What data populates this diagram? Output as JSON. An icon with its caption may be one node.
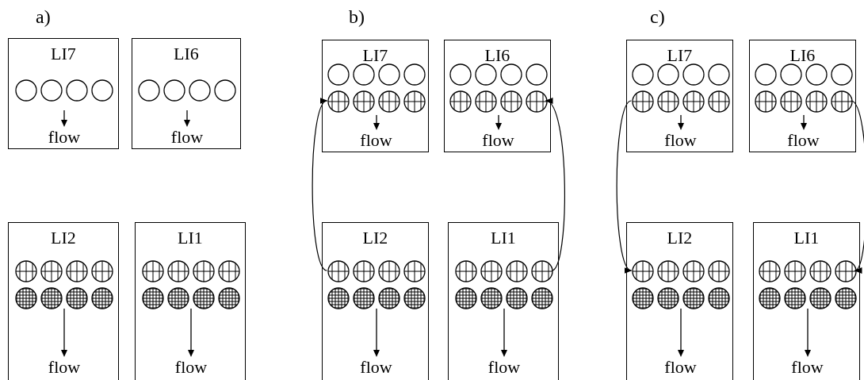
{
  "diagram": {
    "nodes": [
      {
        "text": [
          "LI7",
          "flow"
        ]
      },
      {
        "text": [],
        "shape": "circle",
        "in": 0
      },
      {
        "text": [],
        "shape": "circle",
        "in": 0
      },
      {
        "text": [],
        "shape": "circle",
        "in": 0
      },
      {
        "text": [],
        "shape": "circle",
        "in": 0
      },
      {
        "text": [
          "LI6",
          "flow"
        ]
      },
      {
        "text": [],
        "shape": "circle",
        "in": 5
      },
      {
        "text": [],
        "shape": "circle",
        "in": 5
      },
      {
        "text": [],
        "shape": "circle",
        "in": 5
      },
      {
        "text": [],
        "shape": "circle",
        "in": 5
      },
      {
        "text": [
          "LI2",
          "flow"
        ]
      },
      {
        "text": [],
        "shape": "circle",
        "in": 10
      },
      {
        "text": [],
        "shape": "circle",
        "in": 10
      },
      {
        "text": [],
        "shape": "circle",
        "in": 10
      },
      {
        "text": [],
        "shape": "circle",
        "in": 10
      },
      {
        "text": [],
        "shape": "circle",
        "in": 10
      },
      {
        "text": [],
        "shape": "circle",
        "in": 10
      },
      {
        "text": [],
        "shape": "circle",
        "in": 10
      },
      {
        "text": [],
        "shape": "circle",
        "in": 10
      },
      {
        "text": [
          "LI1",
          "flow"
        ]
      },
      {
        "text": [],
        "shape": "circle",
        "in": 19
      },
      {
        "text": [],
        "shape": "circle",
        "in": 19
      },
      {
        "text": [],
        "shape": "circle",
        "in": 19
      },
      {
        "text": [],
        "shape": "circle",
        "in": 19
      },
      {
        "text": [],
        "shape": "circle",
        "in": 19
      },
      {
        "text": [],
        "shape": "circle",
        "in": 19
      },
      {
        "text": [],
        "shape": "circle",
        "in": 19
      },
      {
        "text": [],
        "shape": "circle",
        "in": 19
      },
      {
        "text": [
          "LI7",
          "flow"
        ]
      },
      {
        "text": [],
        "shape": "circle",
        "in": 28
      },
      {
        "text": [],
        "shape": "circle",
        "in": 28
      },
      {
        "text": [],
        "shape": "circle",
        "in": 28
      },
      {
        "text": [],
        "shape": "circle",
        "in": 28
      },
      {
        "text": [],
        "shape": "circle",
        "in": 28
      },
      {
        "text": [],
        "shape": "circle",
        "in": 28
      },
      {
        "text": [],
        "shape": "circle",
        "in": 28
      },
      {
        "text": [],
        "shape": "circle",
        "in": 28
      },
      {
        "text": [
          "LI6",
          "flow"
        ]
      },
      {
        "text": [],
        "shape": "circle",
        "in": 37
      },
      {
        "text": [],
        "shape": "circle",
        "in": 37
      },
      {
        "text": [],
        "shape": "circle",
        "in": 37
      },
      {
        "text": [],
        "shape": "circle",
        "in": 37
      },
      {
        "text": [],
        "shape": "circle",
        "in": 37
      },
      {
        "text": [],
        "shape": "circle",
        "in": 37
      },
      {
        "text": [],
        "shape": "circle",
        "in": 37
      },
      {
        "text": [],
        "shape": "circle",
        "in": 37
      },
      {
        "text": [
          "LI2",
          "flow"
        ]
      },
      {
        "text": [],
        "shape": "circle",
        "in": 46
      },
      {
        "text": [],
        "shape": "circle",
        "in": 46
      },
      {
        "text": [],
        "shape": "circle",
        "in": 46
      },
      {
        "text": [],
        "shape": "circle",
        "in": 46
      },
      {
        "text": [],
        "shape": "circle",
        "in": 46
      },
      {
        "text": [],
        "shape": "circle",
        "in": 46
      },
      {
        "text": [],
        "shape": "circle",
        "in": 46
      },
      {
        "text": [],
        "shape": "circle",
        "in": 46
      },
      {
        "text": [
          "LI1",
          "flow"
        ]
      },
      {
        "text": [],
        "shape": "circle",
        "in": 55
      },
      {
        "text": [],
        "shape": "circle",
        "in": 55
      },
      {
        "text": [],
        "shape": "circle",
        "in": 55
      },
      {
        "text": [],
        "shape": "circle",
        "in": 55
      },
      {
        "text": [],
        "shape": "circle",
        "in": 55
      },
      {
        "text": [],
        "shape": "circle",
        "in": 55
      },
      {
        "text": [],
        "shape": "circle",
        "in": 55
      },
      {
        "text": [],
        "shape": "circle",
        "in": 55
      },
      {
        "text": [
          "LI7",
          "flow"
        ]
      },
      {
        "text": [],
        "shape": "circle",
        "in": 64
      },
      {
        "text": [],
        "shape": "circle",
        "in": 64
      },
      {
        "text": [],
        "shape": "circle",
        "in": 64
      },
      {
        "text": [],
        "shape": "circle",
        "in": 64
      },
      {
        "text": [],
        "shape": "circle",
        "in": 64
      },
      {
        "text": [],
        "shape": "circle",
        "in": 64
      },
      {
        "text": [],
        "shape": "circle",
        "in": 64
      },
      {
        "text": [],
        "shape": "circle",
        "in": 64
      },
      {
        "text": [
          "LI6",
          "flow"
        ]
      },
      {
        "text": [],
        "shape": "circle",
        "in": 73
      },
      {
        "text": [],
        "shape": "circle",
        "in": 73
      },
      {
        "text": [],
        "shape": "circle",
        "in": 73
      },
      {
        "text": [],
        "shape": "circle",
        "in": 73
      },
      {
        "text": [],
        "shape": "circle",
        "in": 73
      },
      {
        "text": [],
        "shape": "circle",
        "in": 73
      },
      {
        "text": [],
        "shape": "circle",
        "in": 73
      },
      {
        "text": [],
        "shape": "circle",
        "in": 73
      },
      {
        "text": [
          "LI2",
          "flow"
        ]
      },
      {
        "text": [],
        "shape": "circle",
        "in": 82
      },
      {
        "text": [],
        "shape": "circle",
        "in": 82
      },
      {
        "text": [],
        "shape": "circle",
        "in": 82
      },
      {
        "text": [],
        "shape": "circle",
        "in": 82
      },
      {
        "text": [],
        "shape": "circle",
        "in": 82
      },
      {
        "text": [],
        "shape": "circle",
        "in": 82
      },
      {
        "text": [],
        "shape": "circle",
        "in": 82
      },
      {
        "text": [],
        "shape": "circle",
        "in": 82
      },
      {
        "text": [
          "LI1",
          "flow"
        ]
      },
      {
        "text": [],
        "shape": "circle",
        "in": 91
      },
      {
        "text": [],
        "shape": "circle",
        "in": 91
      },
      {
        "text": [],
        "shape": "circle",
        "in": 91
      },
      {
        "text": [],
        "shape": "circle",
        "in": 91
      },
      {
        "text": [],
        "shape": "circle",
        "in": 91
      },
      {
        "text": [],
        "shape": "circle",
        "in": 91
      },
      {
        "text": [],
        "shape": "circle",
        "in": 91
      },
      {
        "text": [],
        "shape": "circle",
        "in": 91
      }
    ],
    "edges": [
      {
        "from": 47,
        "to": 33,
        "arrow": "to"
      },
      {
        "from": 59,
        "to": 45,
        "arrow": "to"
      },
      {
        "from": 69,
        "to": 83,
        "arrow": "to"
      },
      {
        "from": 81,
        "to": 95,
        "arrow": "to"
      }
    ],
    "labels": [
      "a)",
      "b)",
      "c)"
    ]
  }
}
